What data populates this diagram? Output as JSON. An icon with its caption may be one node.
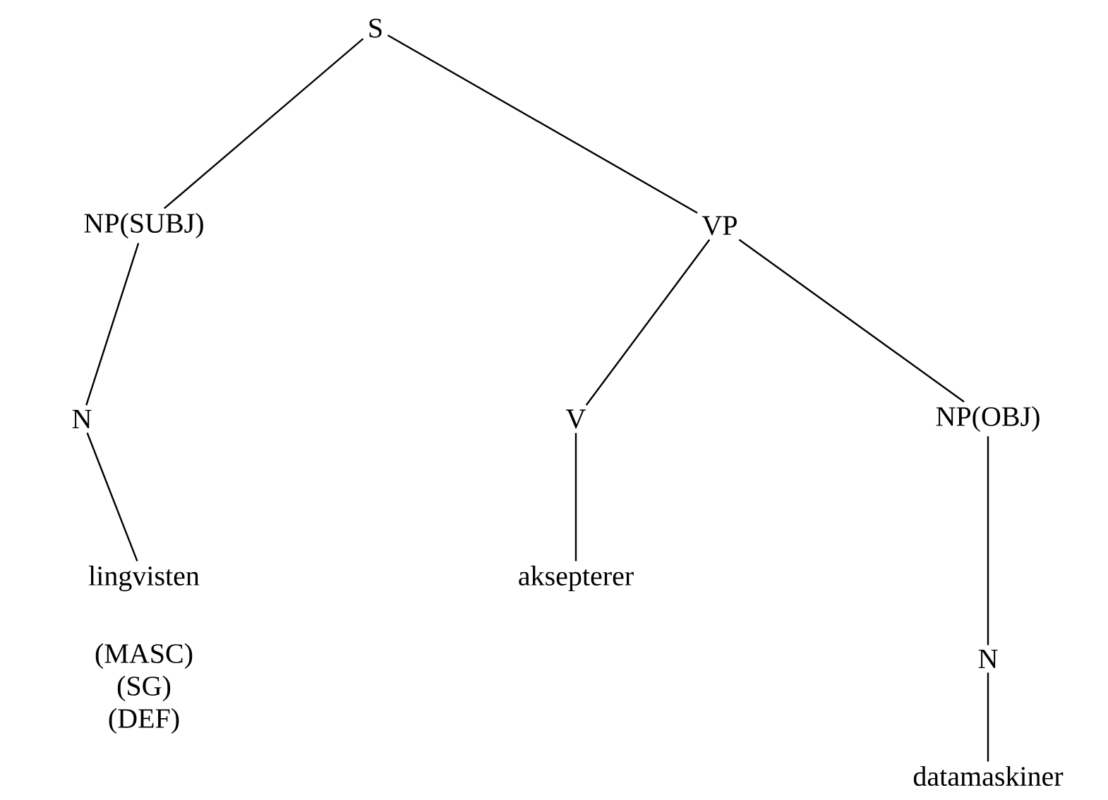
{
  "diagram": {
    "nodes": [
      {
        "text": [
          "S"
        ]
      },
      {
        "text": [
          "NP(SUBJ)"
        ]
      },
      {
        "text": [
          "VP"
        ]
      },
      {
        "text": [
          "N"
        ]
      },
      {
        "text": [
          "V"
        ]
      },
      {
        "text": [
          "NP(OBJ)"
        ]
      },
      {
        "text": [
          "lingvisten"
        ],
        "beside": [
          "(MASC)",
          "(SG)",
          "(DEF)"
        ]
      },
      {
        "text": [
          "aksepterer"
        ]
      },
      {
        "text": [
          "N"
        ]
      },
      {
        "text": [
          "datamaskiner"
        ]
      }
    ],
    "edges": [
      {
        "from": 0,
        "to": 1,
        "arrow": "none"
      },
      {
        "from": 0,
        "to": 2,
        "arrow": "none"
      },
      {
        "from": 1,
        "to": 3,
        "arrow": "none"
      },
      {
        "from": 2,
        "to": 4,
        "arrow": "none"
      },
      {
        "from": 2,
        "to": 5,
        "arrow": "none"
      },
      {
        "from": 3,
        "to": 6,
        "arrow": "none"
      },
      {
        "from": 4,
        "to": 7,
        "arrow": "none"
      },
      {
        "from": 5,
        "to": 8,
        "arrow": "none"
      },
      {
        "from": 8,
        "to": 9,
        "arrow": "none"
      }
    ]
  }
}
